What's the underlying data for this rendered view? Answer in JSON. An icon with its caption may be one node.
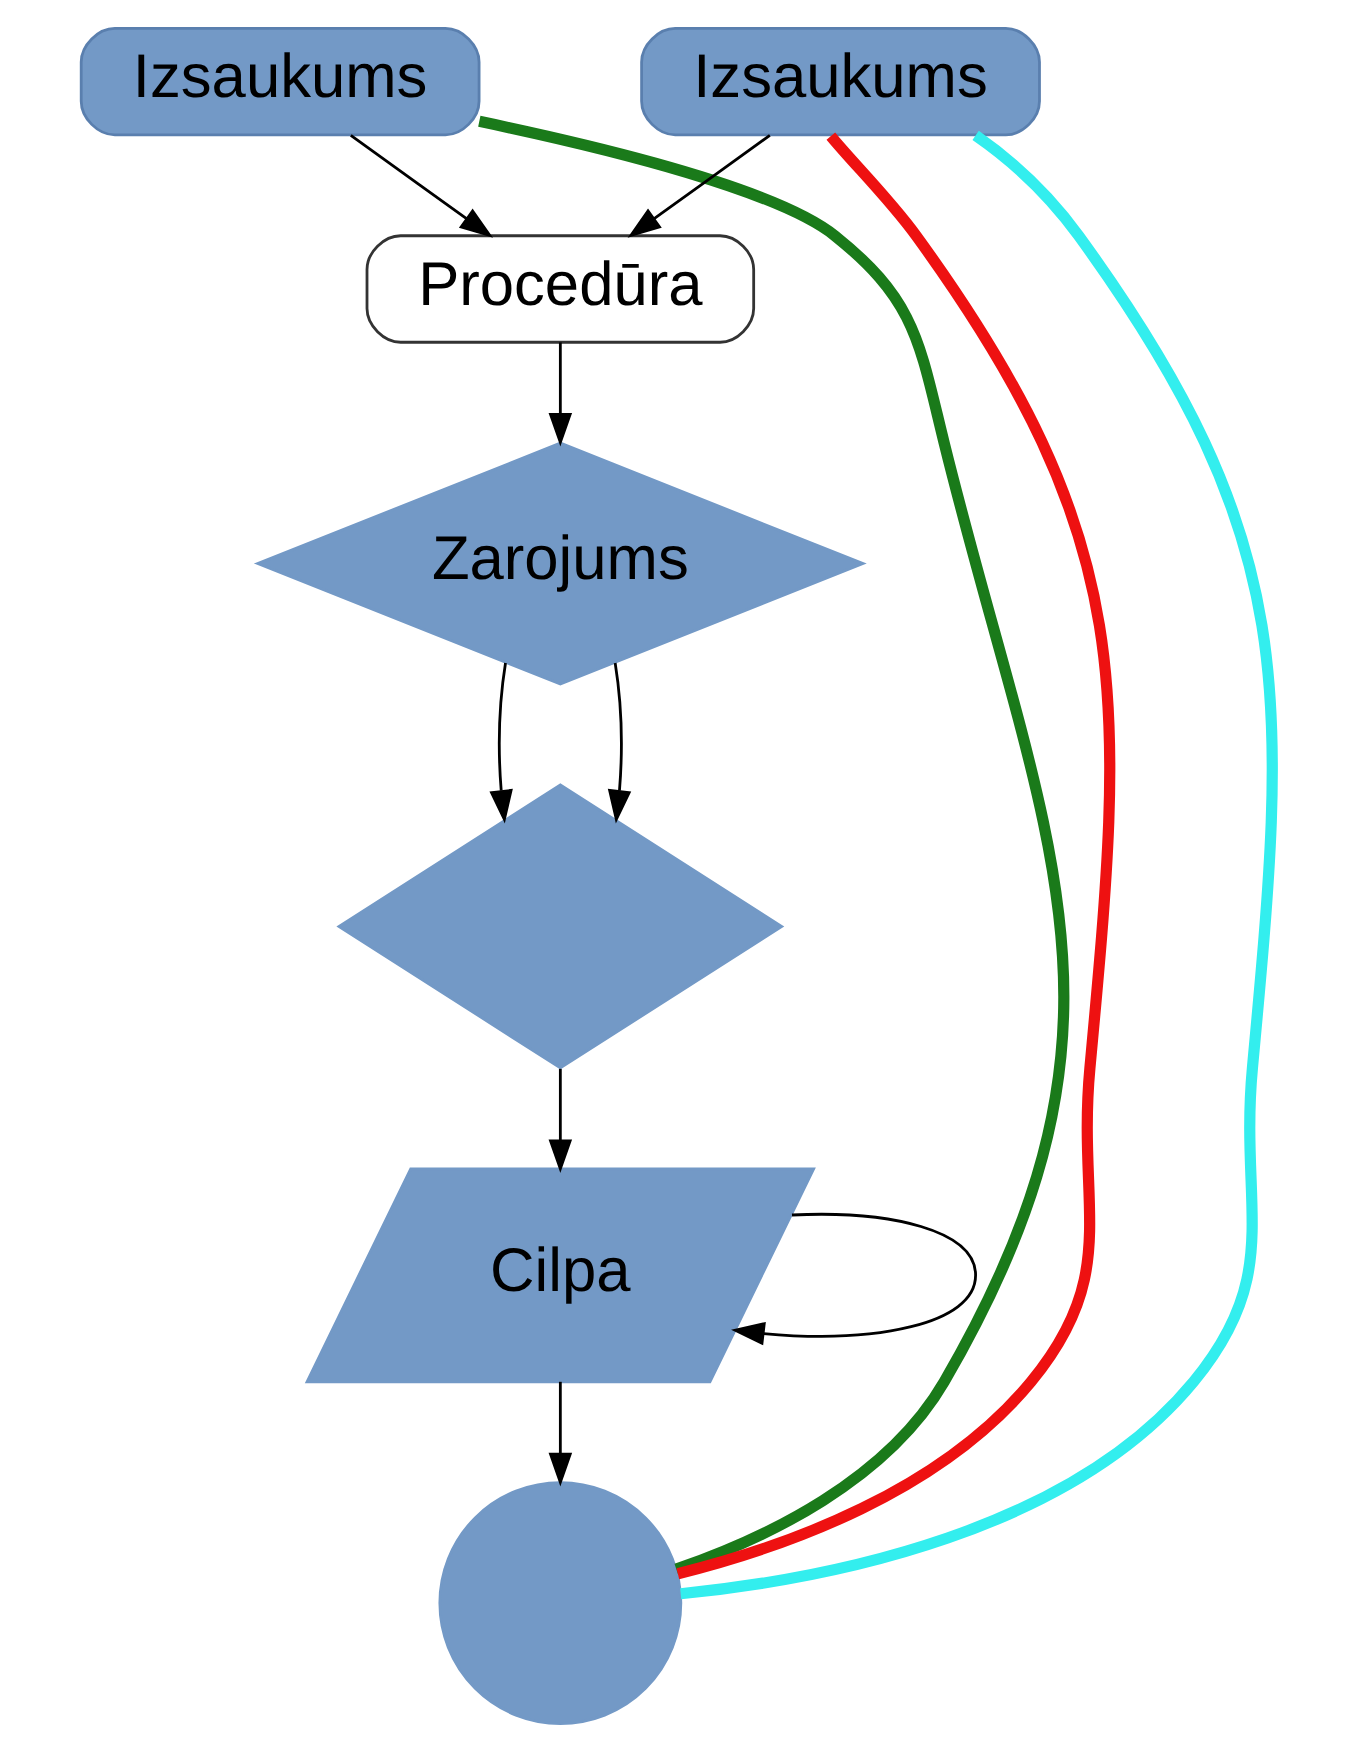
{
  "diagram": {
    "nodes": [
      {
        "text": [
          "Izsaukums"
        ]
      },
      {
        "text": [
          "Izsaukums"
        ]
      },
      {
        "text": [
          "Procedūra"
        ]
      },
      {
        "text": [
          "Zarojums"
        ]
      },
      {
        "text": [],
        "shape": "diamond"
      },
      {
        "text": [
          "Cilpa"
        ]
      },
      {
        "text": [],
        "shape": "circle"
      }
    ],
    "edges": [
      {
        "from": 0,
        "to": 2,
        "arrow": "to"
      },
      {
        "from": 1,
        "to": 2,
        "arrow": "to"
      },
      {
        "from": 2,
        "to": 3,
        "arrow": "to"
      },
      {
        "from": 3,
        "to": 4,
        "arrow": "to"
      },
      {
        "from": 3,
        "to": 4,
        "arrow": "to"
      },
      {
        "from": 4,
        "to": 5,
        "arrow": "to"
      },
      {
        "from": 5,
        "to": 5,
        "arrow": "to"
      },
      {
        "from": 5,
        "to": 6,
        "arrow": "to"
      },
      {
        "from": 0,
        "to": 6,
        "arrow": "none",
        "style": "thick",
        "color": "#1a7a1a"
      },
      {
        "from": 1,
        "to": 6,
        "arrow": "none",
        "style": "thick",
        "color": "#ee1111"
      },
      {
        "from": 1,
        "to": 6,
        "arrow": "none",
        "style": "thick",
        "color": "#33eeee"
      }
    ]
  }
}
